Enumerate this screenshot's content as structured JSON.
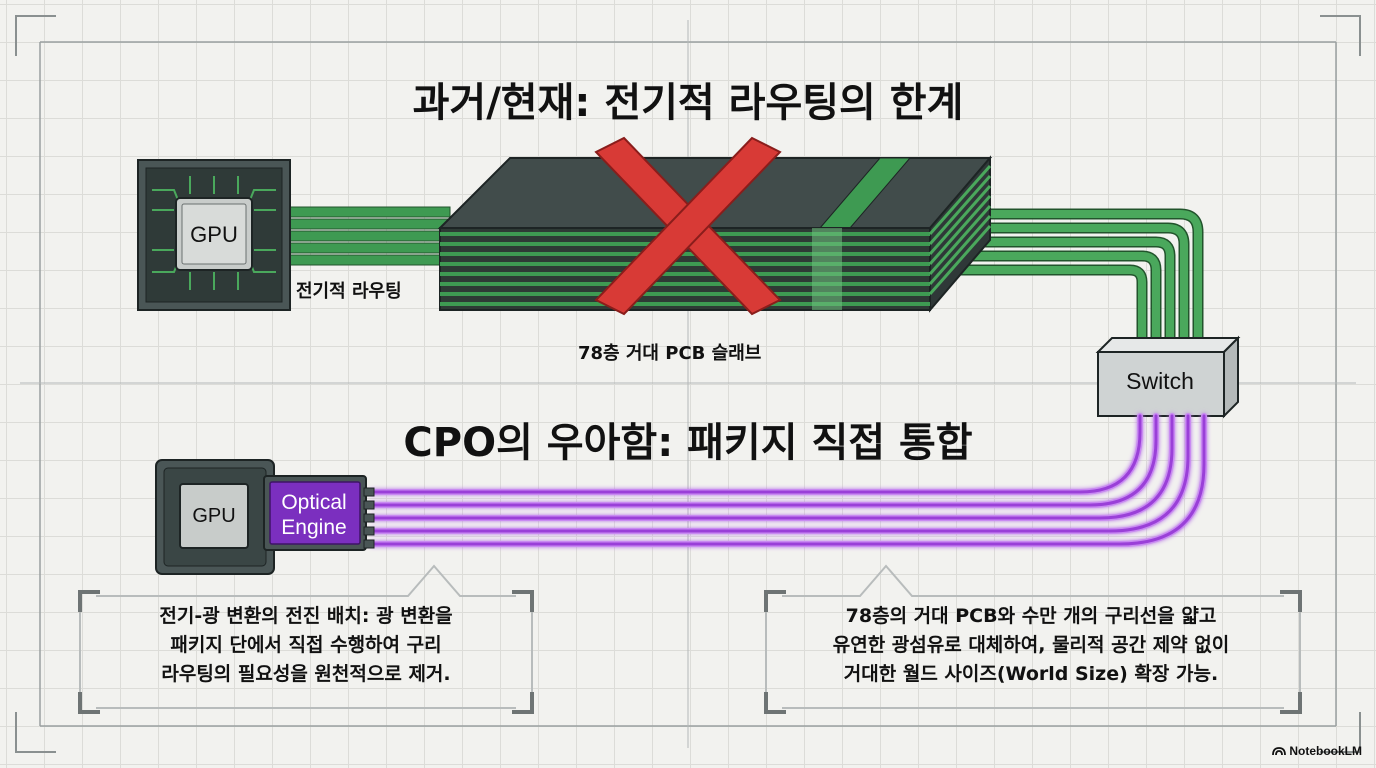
{
  "titles": {
    "top": "과거/현재: 전기적 라우팅의 한계",
    "bottom": "CPO의 우아함: 패키지 직접 통합"
  },
  "labels": {
    "electrical_routing": "전기적 라우팅",
    "pcb_slab": "78층 거대 PCB 슬래브"
  },
  "chips": {
    "gpu_top": "GPU",
    "gpu_bottom": "GPU",
    "optical_engine_line1": "Optical",
    "optical_engine_line2": "Engine",
    "switch": "Switch"
  },
  "callouts": {
    "left": [
      "전기-광 변환의 전진 배치: 광 변환을",
      "패키지 단에서 직접 수행하여 구리",
      "라우팅의 필요성을 원천적으로 제거."
    ],
    "right": [
      "78층의 거대 PCB와 수만 개의 구리선을 얇고",
      "유연한 광섬유로 대체하여, 물리적 공간 제약 없이",
      "거대한 월드 사이즈(World Size) 확장 가능."
    ]
  },
  "brand": "NotebookLM",
  "colors": {
    "copper_trace": "#3e9a52",
    "pcb_dark": "#3f4a4a",
    "fiber": "#a44be0",
    "optical_engine": "#7b2fbf",
    "cross": "#d83a36",
    "chip_frame": "#4a5656"
  }
}
